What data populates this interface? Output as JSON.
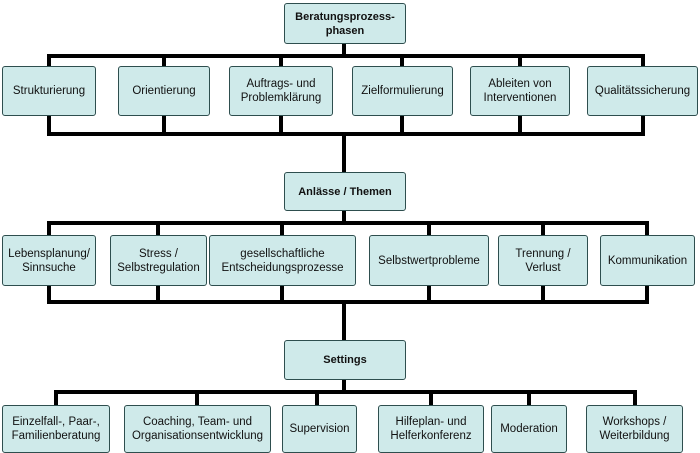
{
  "colors": {
    "box_fill": "#cfeaea",
    "box_border": "#2e4e4e",
    "connector": "#000000"
  },
  "sections": [
    {
      "heading": "Beratungsprozess-\nphasen",
      "items": [
        "Strukturierung",
        "Orientierung",
        "Auftrags- und\nProblemklärung",
        "Zielformulierung",
        "Ableiten von\nInterventionen",
        "Qualitätssicherung"
      ]
    },
    {
      "heading": "Anlässe / Themen",
      "items": [
        "Lebensplanung/\nSinnsuche",
        "Stress /\nSelbstregulation",
        "gesellschaftliche\nEntscheidungsprozesse",
        "Selbstwertprobleme",
        "Trennung /\nVerlust",
        "Kommunikation"
      ]
    },
    {
      "heading": "Settings",
      "items": [
        "Einzelfall-, Paar-,\nFamilienberatung",
        "Coaching, Team- und\nOrganisationsentwicklung",
        "Supervision",
        "Hilfeplan- und\nHelferkonferenz",
        "Moderation",
        "Workshops /\nWeiterbildung"
      ]
    }
  ]
}
